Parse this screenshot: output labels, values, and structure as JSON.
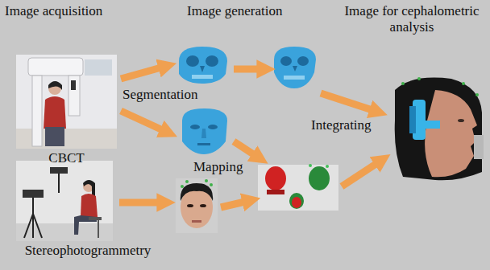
{
  "diagram": {
    "nodes": [
      {
        "text": [
          "CBCT"
        ]
      },
      {
        "text": [
          "Stereophotogrammetry"
        ]
      }
    ],
    "labels": [
      "Image acquisition",
      "Image generation",
      "Image for cephalometric analysis",
      "Segmentation",
      "Mapping",
      "Integrating"
    ]
  }
}
